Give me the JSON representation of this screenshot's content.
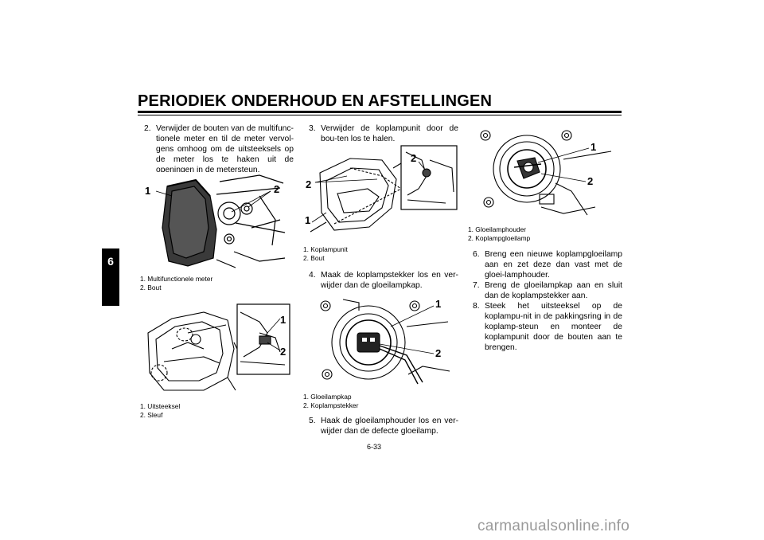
{
  "header": {
    "title": "PERIODIEK ONDERHOUD EN AFSTELLINGEN"
  },
  "chapter_tab": "6",
  "steps": [
    {
      "num": "2.",
      "text": "Verwijder de bouten van de multifunc-tionele meter en til de meter vervol-gens omhoog om de uitsteeksels op de meter los te haken uit de openingen in de metersteun."
    },
    {
      "num": "3.",
      "text": "Verwijder de koplampunit door de bou-ten los te halen."
    },
    {
      "num": "4.",
      "text": "Maak de koplampstekker los en ver-wijder dan de gloeilampkap."
    },
    {
      "num": "5.",
      "text": "Haak de gloeilamphouder los en ver-wijder dan de defecte gloeilamp."
    },
    {
      "num": "6.",
      "text": "Breng een nieuwe koplampgloeilamp aan en zet deze dan vast met de gloei-lamphouder."
    },
    {
      "num": "7.",
      "text": "Breng de gloeilampkap aan en sluit dan de koplampstekker aan."
    },
    {
      "num": "8.",
      "text": "Steek het uitsteeksel op de koplampu-nit in de pakkingsring in de koplamp-steun en monteer de koplampunit door de bouten aan te brengen."
    }
  ],
  "figures": [
    {
      "callouts": [
        "1",
        "2"
      ],
      "legend": [
        "1. Multifunctionele meter",
        "2. Bout"
      ]
    },
    {
      "callouts": [
        "1",
        "2"
      ],
      "legend": [
        "1. Uitsteeksel",
        "2. Sleuf"
      ]
    },
    {
      "callouts": [
        "2",
        "2",
        "1"
      ],
      "legend": [
        "1. Koplampunit",
        "2. Bout"
      ]
    },
    {
      "callouts": [
        "1",
        "2"
      ],
      "legend": [
        "1. Gloeilampkap",
        "2. Koplampstekker"
      ]
    },
    {
      "callouts": [
        "1",
        "2"
      ],
      "legend": [
        "1. Gloeilamphouder",
        "2. Koplampgloeilamp"
      ]
    }
  ],
  "page_number": "6-33",
  "watermark": "carmanualsonline.info"
}
